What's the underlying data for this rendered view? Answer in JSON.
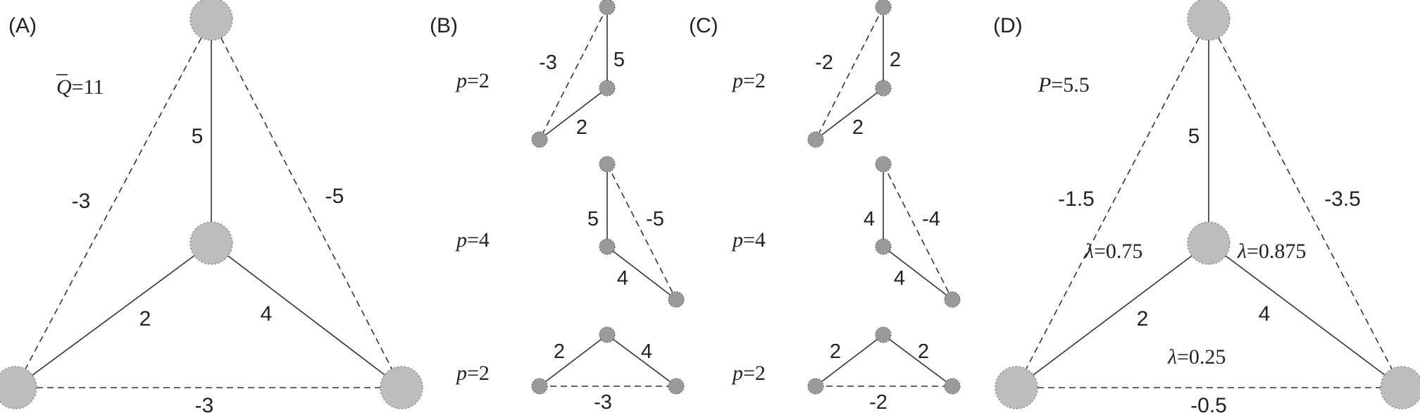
{
  "panels": {
    "a": {
      "letter": "(A)",
      "q_symbol": "Q",
      "q_value": "=11",
      "edges": {
        "left": "-3",
        "right": "-5",
        "bottom": "-3",
        "center": "5",
        "lower_left": "2",
        "lower_right": "4"
      }
    },
    "b": {
      "letter": "(B)",
      "rows": [
        {
          "p_symbol": "p",
          "p_value": "=2",
          "e1": "-3",
          "e2": "5",
          "e3": "2"
        },
        {
          "p_symbol": "p",
          "p_value": "=4",
          "e1": "5",
          "e2": "-5",
          "e3": "4"
        },
        {
          "p_symbol": "p",
          "p_value": "=2",
          "e1": "2",
          "e2": "4",
          "e3": "-3"
        }
      ]
    },
    "c": {
      "letter": "(C)",
      "rows": [
        {
          "p_symbol": "p",
          "p_value": "=2",
          "e1": "-2",
          "e2": "2",
          "e3": "2"
        },
        {
          "p_symbol": "p",
          "p_value": "=4",
          "e1": "4",
          "e2": "-4",
          "e3": "4"
        },
        {
          "p_symbol": "p",
          "p_value": "=2",
          "e1": "2",
          "e2": "2",
          "e3": "-2"
        }
      ]
    },
    "d": {
      "letter": "(D)",
      "p_symbol": "P",
      "p_value": "=5.5",
      "edges": {
        "left": "-1.5",
        "right": "-3.5",
        "bottom": "-0.5",
        "center": "5",
        "lower_left": "2",
        "lower_right": "4"
      },
      "lambda_symbol": "λ",
      "lambda_left": "=0.75",
      "lambda_right": "=0.875",
      "lambda_bottom": "=0.25"
    }
  }
}
